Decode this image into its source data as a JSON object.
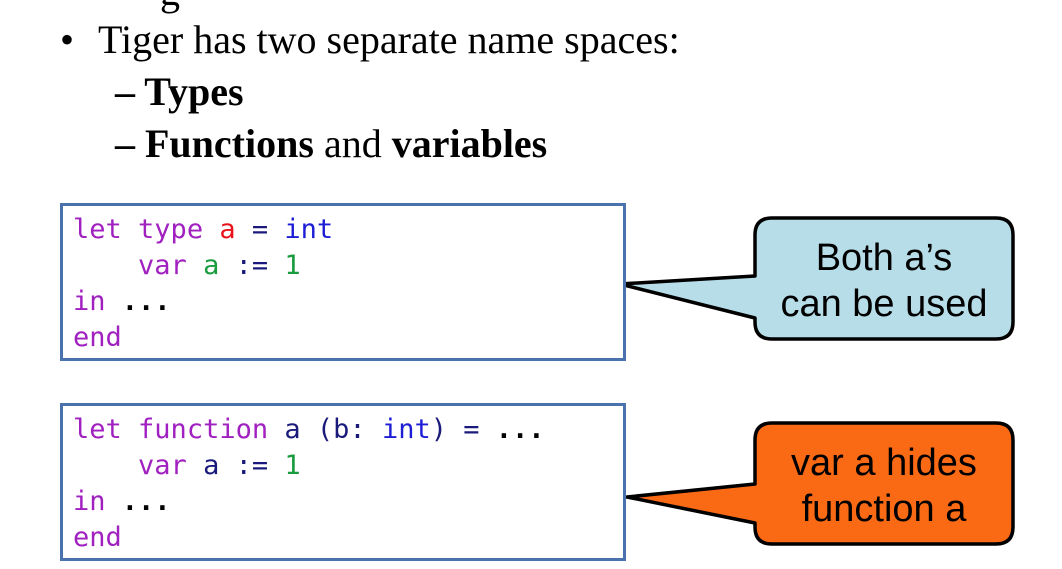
{
  "partial_heading": "g",
  "bullet": {
    "marker": "•",
    "text": "Tiger has two separate name spaces:"
  },
  "subitems": [
    {
      "dash": "– ",
      "bold1": "Types",
      "mid": "",
      "bold2": ""
    },
    {
      "dash": "– ",
      "bold1": "Functions",
      "mid": " and ",
      "bold2": "variables"
    }
  ],
  "code1": {
    "line1": {
      "kw1": "let",
      "kw2": "type",
      "name": "a",
      "op": "=",
      "type": "int"
    },
    "line2": {
      "kw": "var",
      "name": "a",
      "op": ":=",
      "num": "1"
    },
    "line3": {
      "kw": "in",
      "rest": "..."
    },
    "line4": {
      "kw": "end"
    }
  },
  "code2": {
    "line1": {
      "kw1": "let",
      "kw2": "function",
      "name": "a",
      "paren_open": "(",
      "param": "b:",
      "type": "int",
      "paren_close": ")",
      "op": "=",
      "rest": "..."
    },
    "line2": {
      "kw": "var",
      "name": "a",
      "op": ":=",
      "num": "1"
    },
    "line3": {
      "kw": "in",
      "rest": "..."
    },
    "line4": {
      "kw": "end"
    }
  },
  "callout1": {
    "line1": "Both a’s",
    "line2": "can be used",
    "fill": "#b7dee8"
  },
  "callout2": {
    "line1": "var a hides",
    "line2": "function a",
    "fill": "#fa6a15"
  }
}
